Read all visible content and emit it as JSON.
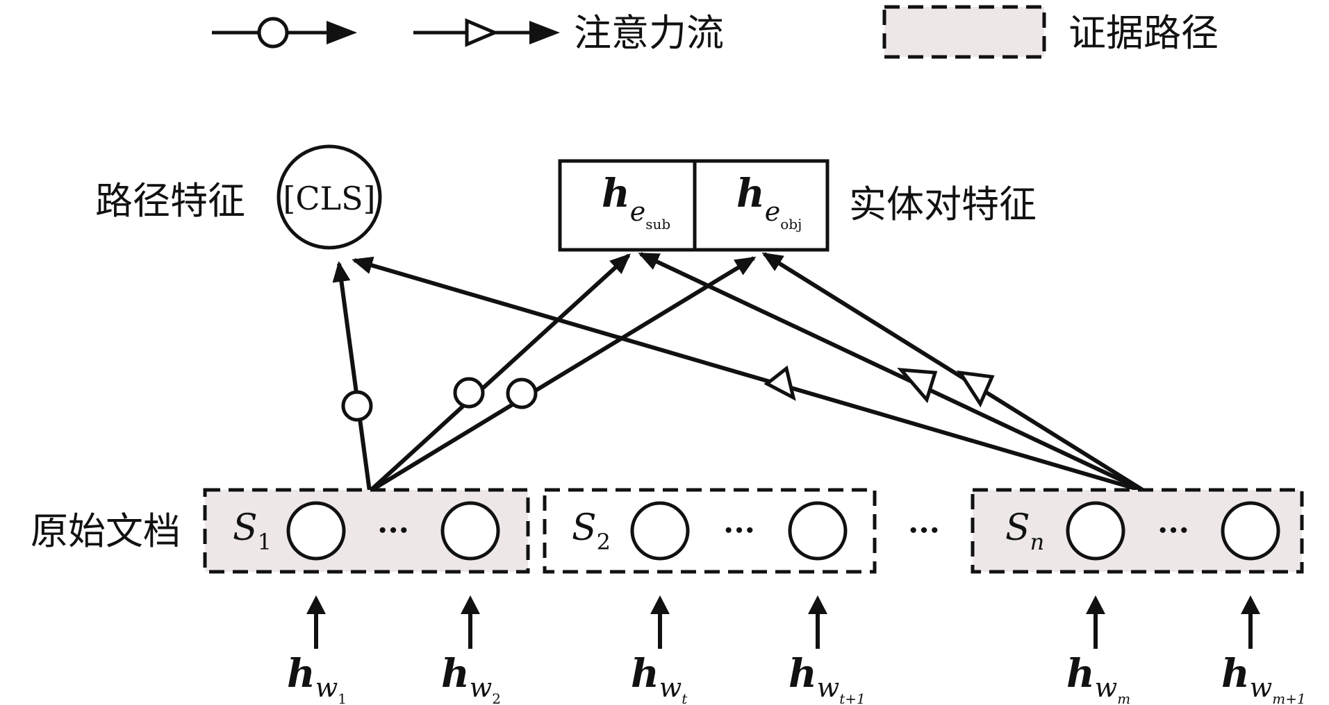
{
  "legend": {
    "attention_flow_label": "注意力流",
    "evidence_path_label": "证据路径"
  },
  "labels": {
    "path_feature": "路径特征",
    "cls_token": "[CLS]",
    "entity_pair_feature": "实体对特征",
    "original_document": "原始文档"
  },
  "entity_pair": {
    "subject": {
      "main": "h",
      "sub": "e",
      "subsub": "sub"
    },
    "object": {
      "main": "h",
      "sub": "e",
      "subsub": "obj"
    }
  },
  "sentences": [
    {
      "symbol": "S",
      "index": "1",
      "index_italic": false,
      "shaded": true,
      "token_ellipsis": "···"
    },
    {
      "symbol": "S",
      "index": "2",
      "index_italic": false,
      "shaded": false,
      "token_ellipsis": "···"
    },
    {
      "symbol": "S",
      "index": "n",
      "index_italic": true,
      "shaded": true,
      "token_ellipsis": "···"
    }
  ],
  "between_sentences_ellipsis": "···",
  "word_inputs": [
    {
      "main": "h",
      "sub": "w",
      "subsub": "1"
    },
    {
      "main": "h",
      "sub": "w",
      "subsub": "2"
    },
    {
      "main": "h",
      "sub": "w",
      "subsub": "t",
      "subsub_italic": true
    },
    {
      "main": "h",
      "sub": "w",
      "subsub": "t+1",
      "subsub_italic": true
    },
    {
      "main": "h",
      "sub": "w",
      "subsub": "m",
      "subsub_italic": true
    },
    {
      "main": "h",
      "sub": "w",
      "subsub": "m+1",
      "subsub_italic": true
    }
  ],
  "colors": {
    "ink": "#111111",
    "evidence_fill": "#ede7e7",
    "background": "#ffffff"
  }
}
